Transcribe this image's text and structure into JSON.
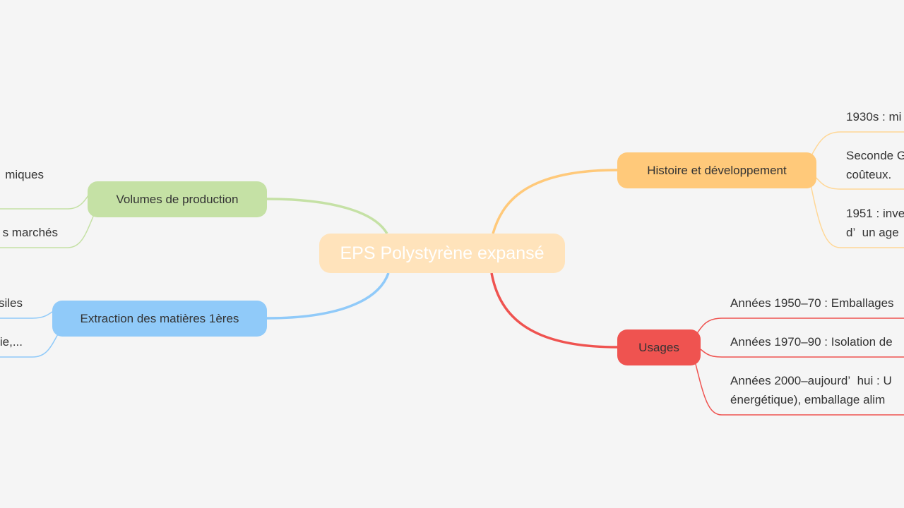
{
  "root": {
    "label": "EPS Polystyrène expansé"
  },
  "branches": {
    "histoire": {
      "label": "Histoire et développement",
      "color": "#ffc97a",
      "children": [
        {
          "lines": [
            "1930s : mi"
          ]
        },
        {
          "lines": [
            "Seconde G",
            "coûteux."
          ]
        },
        {
          "lines": [
            "1951 : inve",
            "d’  un age"
          ]
        }
      ]
    },
    "usages": {
      "label": "Usages",
      "color": "#ef5350",
      "children": [
        {
          "lines": [
            "Années 1950–70 : Emballages"
          ]
        },
        {
          "lines": [
            "Années 1970–90 : Isolation de"
          ]
        },
        {
          "lines": [
            "Années 2000–aujourd’  hui : U",
            "énergétique), emballage alim"
          ]
        }
      ]
    },
    "volumes": {
      "label": "Volumes de production",
      "color": "#c5e1a5",
      "children": [
        {
          "lines": [
            "miques"
          ]
        },
        {
          "lines": [
            "s marchés"
          ]
        }
      ]
    },
    "extraction": {
      "label": "Extraction des matières 1ères",
      "color": "#90caf9",
      "children": [
        {
          "lines": [
            "siles"
          ]
        },
        {
          "lines": [
            "ie,..."
          ]
        }
      ]
    }
  }
}
